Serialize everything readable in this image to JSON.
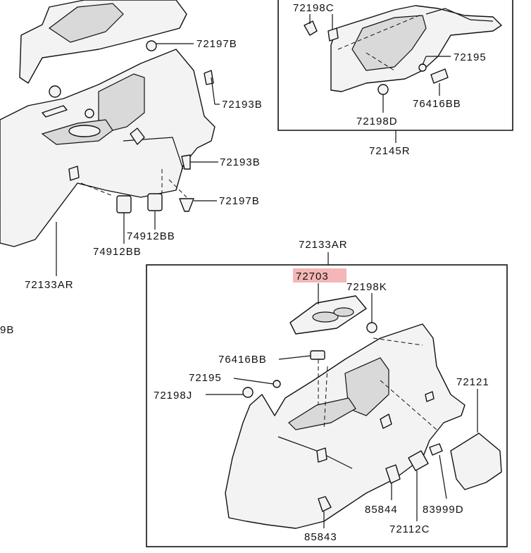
{
  "labels": {
    "p72197B_top": "72197B",
    "p72193B_top": "72193B",
    "p72193B_mid": "72193B",
    "p72197B_mid": "72197B",
    "p74912BB_a": "74912BB",
    "p74912BB_b": "74912BB",
    "p72133AR_left": "72133AR",
    "p9B_cut": "9B",
    "p72198C": "72198C",
    "p72195_top": "72195",
    "p76416BB_top": "76416BB",
    "p72198D": "72198D",
    "p72145R": "72145R",
    "p72133AR_right": "72133AR",
    "p72703": "72703",
    "p72198K": "72198K",
    "p76416BB_mid": "76416BB",
    "p72195_mid": "72195",
    "p72198J": "72198J",
    "p72121": "72121",
    "p85844": "85844",
    "p83999D": "83999D",
    "p72112C": "72112C",
    "p85843": "85843"
  },
  "colors": {
    "highlight": "#f4b6b6",
    "ink": "#111111"
  }
}
